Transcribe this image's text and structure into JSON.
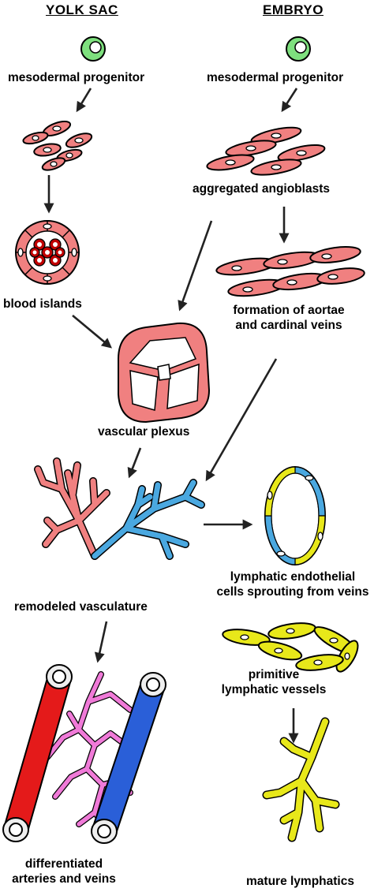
{
  "headers": {
    "yolk_sac": "YOLK SAC",
    "embryo": "EMBRYO"
  },
  "labels": {
    "yolk_progenitor": "mesodermal progenitor",
    "embryo_progenitor": "mesodermal progenitor",
    "aggregated_angioblasts": "aggregated angioblasts",
    "blood_islands": "blood islands",
    "aortae_line1": "formation of aortae",
    "aortae_line2": "and cardinal veins",
    "vascular_plexus": "vascular plexus",
    "remodeled_vasculature": "remodeled vasculature",
    "lymphatic_line1": "lymphatic endothelial",
    "lymphatic_line2": "cells sprouting from veins",
    "primitive_line1": "primitive",
    "primitive_line2": "lymphatic vessels",
    "differentiated_line1": "differentiated",
    "differentiated_line2": "arteries and veins",
    "mature_lymphatics": "mature lymphatics"
  },
  "colors": {
    "progenitor": "#7ee07e",
    "endothelial_pink": "#f08080",
    "blood_red": "#c00000",
    "vein_blue": "#4aa8e0",
    "lymph_yellow": "#e8e81a",
    "artery_red": "#e41a1a",
    "vein_dark_blue": "#2a5fd8",
    "capillary_pink": "#f07ad8"
  }
}
